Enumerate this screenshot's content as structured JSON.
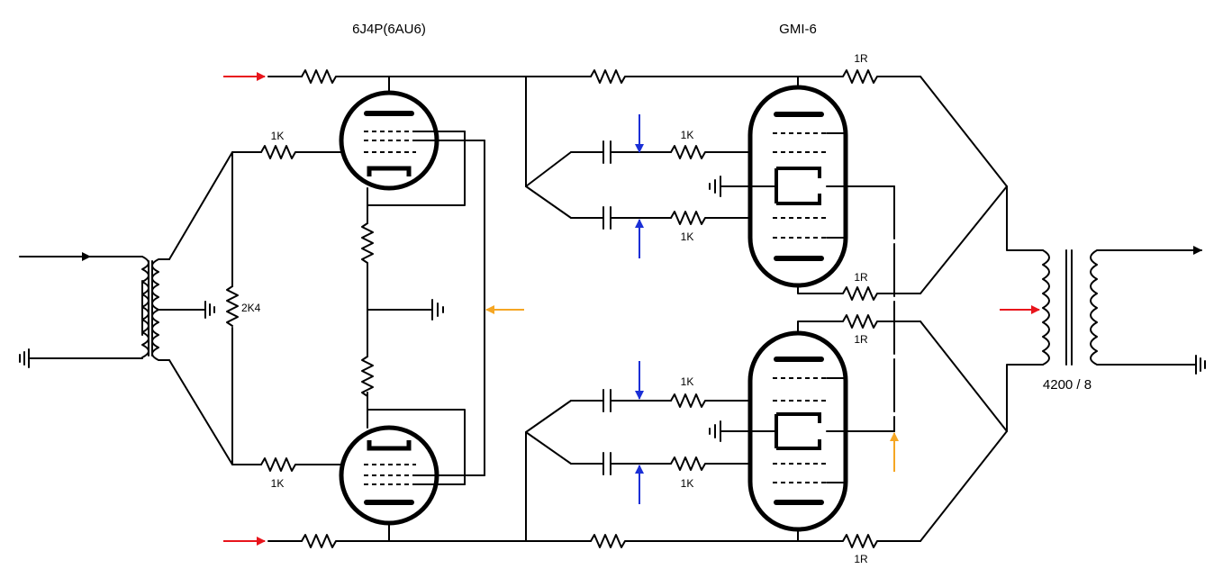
{
  "titles": {
    "driver_tubes": "6J4P(6AU6)",
    "output_tubes": "GMI-6",
    "transformer": "4200 / 8"
  },
  "labels": {
    "r_1k": "1K",
    "r_2k4": "2K4",
    "r_1r": "1R"
  },
  "colors": {
    "wire": "#000000",
    "arrow_red": "#e8141b",
    "arrow_blue": "#1a2fd6",
    "arrow_orange": "#f5a623"
  }
}
